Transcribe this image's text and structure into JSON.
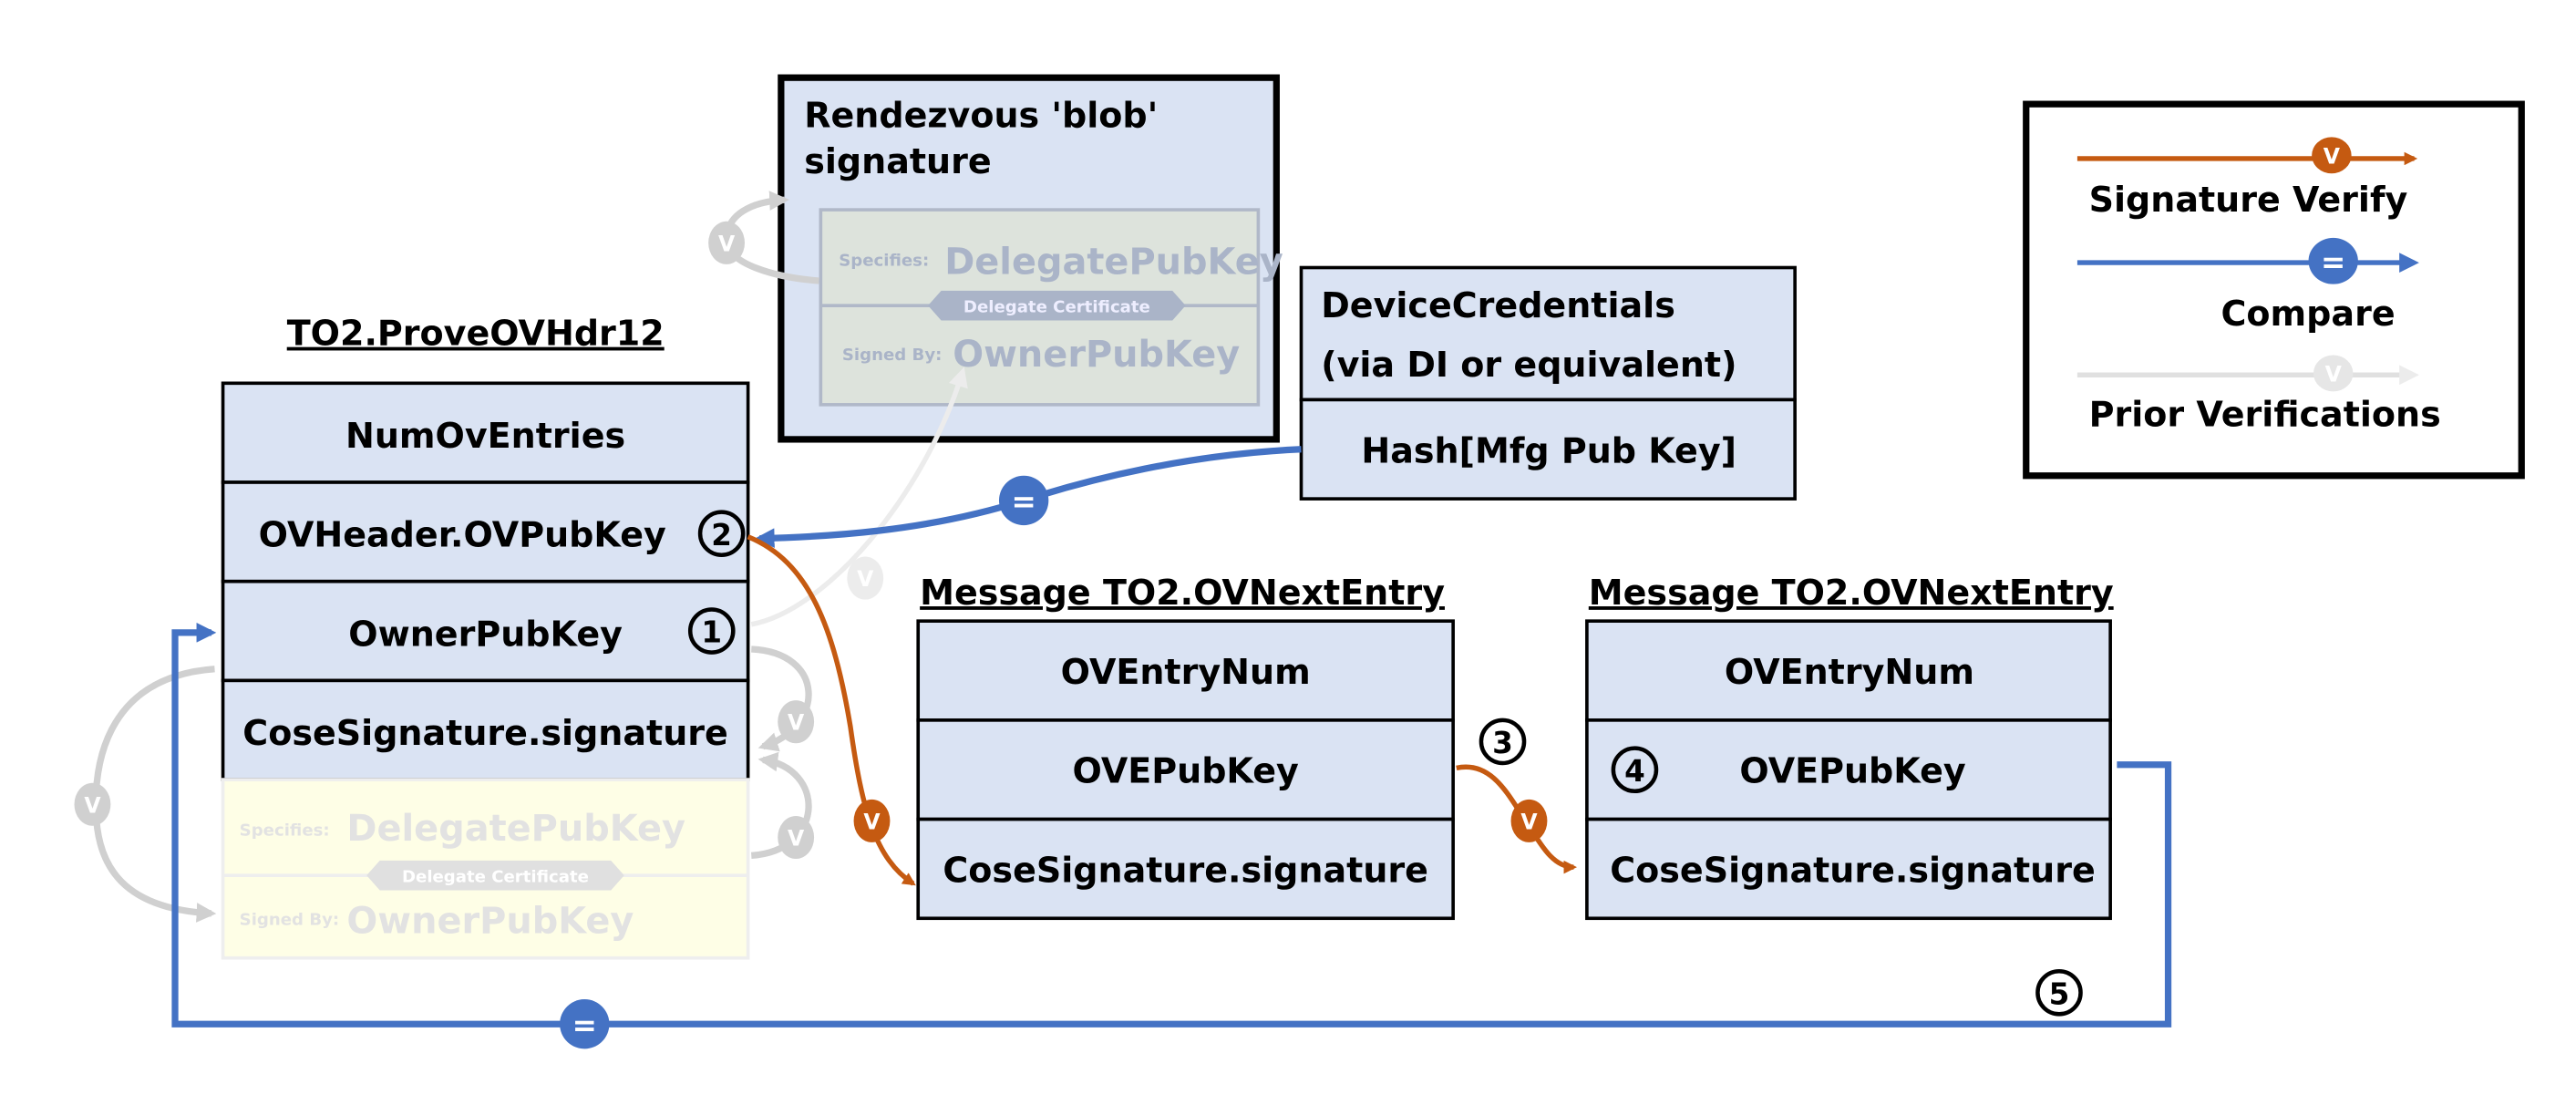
{
  "colors": {
    "box_fill": "#dae3f3",
    "signature_verify": "#c55a11",
    "compare": "#4472c4",
    "prior_verification": "#d0d0d0"
  },
  "rendezvous": {
    "title_line1": "Rendezvous 'blob'",
    "title_line2": "signature",
    "cert": {
      "specifies_label": "Specifies:",
      "specifies_value": "DelegatePubKey",
      "badge": "Delegate Certificate",
      "signed_by_label": "Signed By:",
      "signed_by_value": "OwnerPubKey"
    }
  },
  "prove_ov_hdr": {
    "title": "TO2.ProveOVHdr12",
    "rows": [
      "NumOvEntries",
      "OVHeader.OVPubKey",
      "OwnerPubKey",
      "CoseSignature.signature"
    ],
    "ghost_cert": {
      "specifies_label": "Specifies:",
      "specifies_value": "DelegatePubKey",
      "badge": "Delegate Certificate",
      "signed_by_label": "Signed By:",
      "signed_by_value": "OwnerPubKey"
    }
  },
  "device_credentials": {
    "title_line1": "DeviceCredentials",
    "title_line2": "(via DI or equivalent)",
    "row": "Hash[Mfg Pub Key]"
  },
  "next_entry_1": {
    "title": "Message TO2.OVNextEntry",
    "rows": [
      "OVEntryNum",
      "OVEPubKey",
      "CoseSignature.signature"
    ]
  },
  "next_entry_2": {
    "title": "Message TO2.OVNextEntry",
    "rows": [
      "OVEntryNum",
      "OVEPubKey",
      "CoseSignature.signature"
    ]
  },
  "step_markers": [
    "1",
    "2",
    "3",
    "4",
    "5"
  ],
  "badges": {
    "verify": "V",
    "compare": "="
  },
  "legend": {
    "signature_verify": "Signature Verify",
    "compare": "Compare",
    "prior_verifications": "Prior Verifications"
  }
}
